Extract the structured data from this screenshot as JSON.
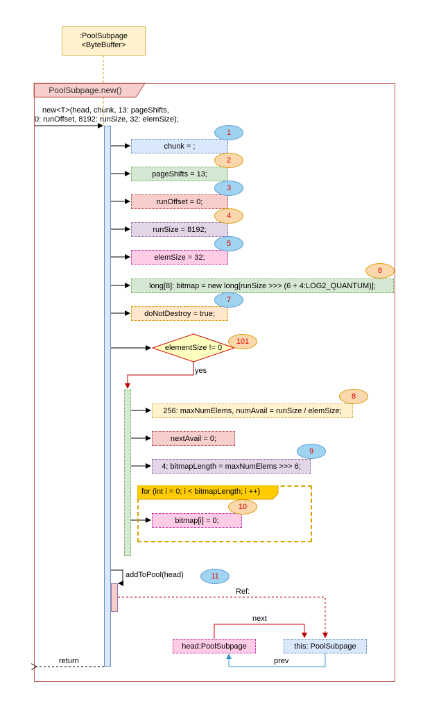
{
  "lifeline": {
    "line1": ":PoolSubpage",
    "line2": "<ByteBuffer>"
  },
  "frame": {
    "title": "PoolSubpage.new()"
  },
  "call": {
    "line1": "new<T>(head, chunk, 13: pageShifts,",
    "line2": "0: runOffset, 8192: runSize, 32: elemSize);"
  },
  "statements": [
    {
      "text": "chunk = ;",
      "badge": "1"
    },
    {
      "text": "pageShifts = 13;",
      "badge": "2"
    },
    {
      "text": "runOffset = 0;",
      "badge": "3"
    },
    {
      "text": "runSize = 8192;",
      "badge": "4"
    },
    {
      "text": "elemSize = 32;",
      "badge": "5"
    },
    {
      "text": "long[8]: bitmap = new long[runSize >>> (6 + 4:LOG2_QUANTUM)];",
      "badge": "6"
    },
    {
      "text": "doNotDestroy = true;",
      "badge": "7"
    }
  ],
  "condition": {
    "text": "elementSize != 0",
    "badge": "101",
    "yes_label": "yes"
  },
  "yes_statements": [
    {
      "text": "256: maxNumElems, numAvail = runSize / elemSize;",
      "badge": "8"
    },
    {
      "text": "nextAvail = 0;",
      "badge": ""
    },
    {
      "text": "4: bitmapLength = maxNumElems >>> 6;",
      "badge": "9"
    }
  ],
  "loop": {
    "title": "for (int i = 0; i < bitmapLength; i ++)",
    "body": "bitmap[i] = 0;",
    "badge": "10"
  },
  "add_to_pool": {
    "text": "addToPool(head)",
    "badge": "11"
  },
  "ref_label": "Ref:",
  "objects": {
    "head": "head:PoolSubpage",
    "this": "this: PoolSubpage",
    "next": "next",
    "prev": "prev"
  },
  "return_label": "return"
}
